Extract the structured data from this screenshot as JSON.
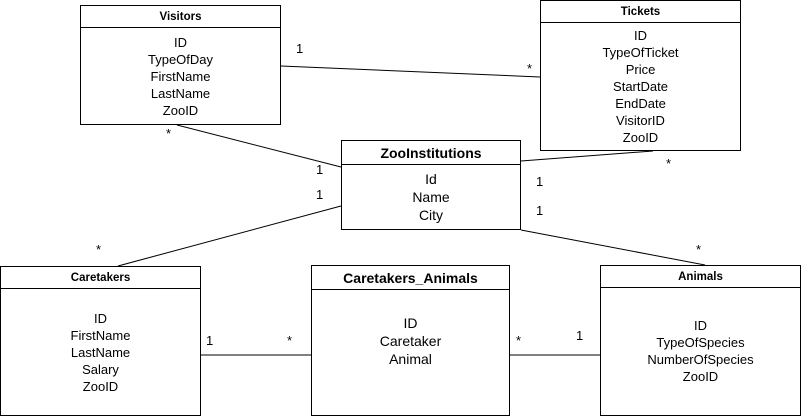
{
  "entities": {
    "visitors": {
      "title": "Visitors",
      "attributes": [
        "ID",
        "TypeOfDay",
        "FirstName",
        "LastName",
        "ZooID"
      ]
    },
    "tickets": {
      "title": "Tickets",
      "attributes": [
        "ID",
        "TypeOfTicket",
        "Price",
        "StartDate",
        "EndDate",
        "VisitorID",
        "ZooID"
      ]
    },
    "zoo": {
      "title": "ZooInstitutions",
      "attributes": [
        "Id",
        "Name",
        "City"
      ]
    },
    "caretakers": {
      "title": "Caretakers",
      "attributes": [
        "ID",
        "FirstName",
        "LastName",
        "Salary",
        "ZooID"
      ]
    },
    "caretakers_animals": {
      "title": "Caretakers_Animals",
      "attributes": [
        "ID",
        "Caretaker",
        "Animal"
      ]
    },
    "animals": {
      "title": "Animals",
      "attributes": [
        "ID",
        "TypeOfSpecies",
        "NumberOfSpecies",
        "ZooID"
      ]
    }
  },
  "relationships": [
    {
      "from": "Visitors",
      "to": "Tickets",
      "from_mult": "1",
      "to_mult": "*"
    },
    {
      "from": "ZooInstitutions",
      "to": "Visitors",
      "from_mult": "1",
      "to_mult": "*"
    },
    {
      "from": "ZooInstitutions",
      "to": "Tickets",
      "from_mult": "1",
      "to_mult": "*"
    },
    {
      "from": "ZooInstitutions",
      "to": "Caretakers",
      "from_mult": "1",
      "to_mult": "*"
    },
    {
      "from": "ZooInstitutions",
      "to": "Animals",
      "from_mult": "1",
      "to_mult": "*"
    },
    {
      "from": "Caretakers",
      "to": "Caretakers_Animals",
      "from_mult": "1",
      "to_mult": "*"
    },
    {
      "from": "Animals",
      "to": "Caretakers_Animals",
      "from_mult": "1",
      "to_mult": "*"
    }
  ]
}
